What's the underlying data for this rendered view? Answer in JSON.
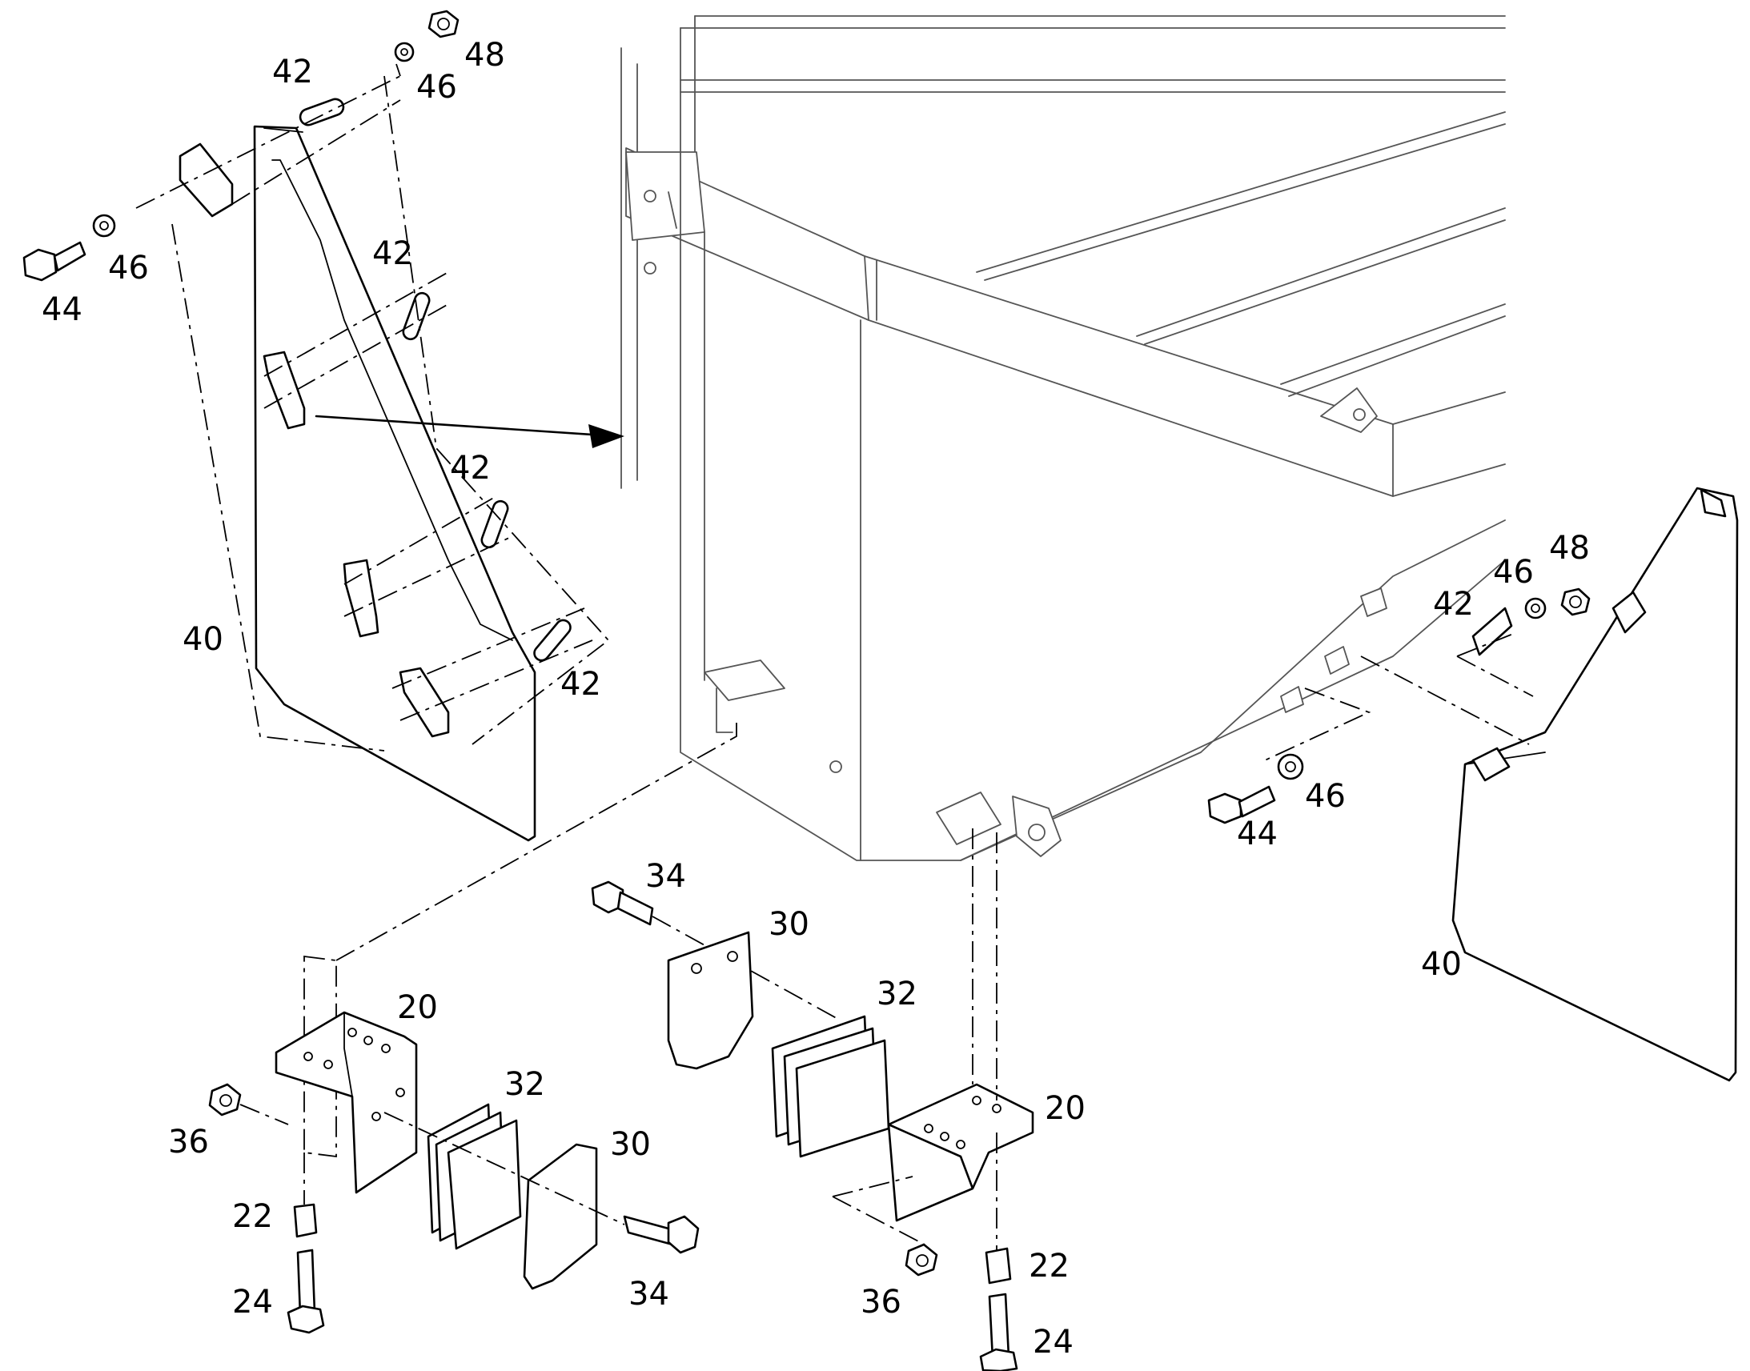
{
  "callouts": [
    {
      "id": "c1",
      "text": "42"
    },
    {
      "id": "c2",
      "text": "46"
    },
    {
      "id": "c3",
      "text": "48"
    },
    {
      "id": "c4",
      "text": "44"
    },
    {
      "id": "c5",
      "text": "46"
    },
    {
      "id": "c6",
      "text": "42"
    },
    {
      "id": "c7",
      "text": "42"
    },
    {
      "id": "c8",
      "text": "42"
    },
    {
      "id": "c9",
      "text": "40"
    },
    {
      "id": "c10",
      "text": "34"
    },
    {
      "id": "c11",
      "text": "30"
    },
    {
      "id": "c12",
      "text": "20"
    },
    {
      "id": "c13",
      "text": "32"
    },
    {
      "id": "c14",
      "text": "30"
    },
    {
      "id": "c15",
      "text": "36"
    },
    {
      "id": "c16",
      "text": "22"
    },
    {
      "id": "c17",
      "text": "24"
    },
    {
      "id": "c18",
      "text": "34"
    },
    {
      "id": "c19",
      "text": "32"
    },
    {
      "id": "c20",
      "text": "20"
    },
    {
      "id": "c21",
      "text": "36"
    },
    {
      "id": "c22",
      "text": "22"
    },
    {
      "id": "c23",
      "text": "24"
    },
    {
      "id": "c24",
      "text": "48"
    },
    {
      "id": "c25",
      "text": "46"
    },
    {
      "id": "c26",
      "text": "42"
    },
    {
      "id": "c27",
      "text": "44"
    },
    {
      "id": "c28",
      "text": "46"
    },
    {
      "id": "c29",
      "text": "40"
    }
  ]
}
